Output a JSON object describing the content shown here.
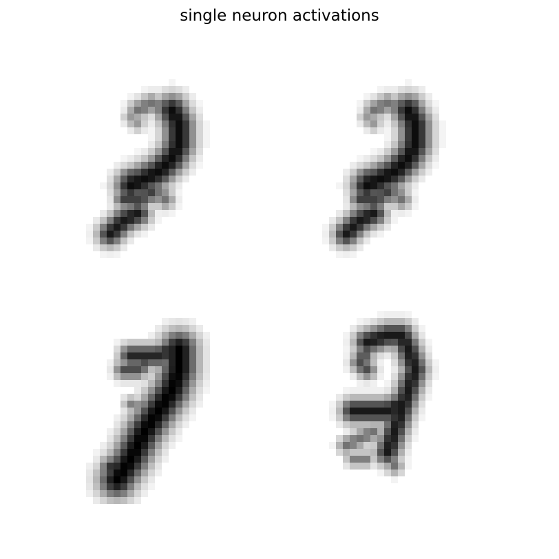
{
  "title": "single neuron activations",
  "chart_data": {
    "type": "heatmap",
    "title": "single neuron activations",
    "grid_size": [
      28,
      28
    ],
    "colormap": "gray_r",
    "value_range": [
      0,
      1
    ],
    "axes": "off",
    "layout": "2x2",
    "images": [
      {
        "strokes": [
          {
            "pts": [
              [
                7,
                6
              ],
              [
                9,
                5
              ],
              [
                11,
                6
              ],
              [
                12,
                8
              ]
            ],
            "w": 1.0,
            "v": 0.55
          },
          {
            "pts": [
              [
                6,
                7
              ],
              [
                7,
                8
              ]
            ],
            "w": 0.8,
            "v": 0.4
          },
          {
            "pts": [
              [
                12,
                6
              ],
              [
                13,
                8
              ],
              [
                13,
                11
              ],
              [
                12,
                13
              ],
              [
                10,
                15
              ],
              [
                8,
                16
              ],
              [
                6,
                17
              ]
            ],
            "w": 1.6,
            "v": 0.95
          },
          {
            "pts": [
              [
                6,
                16
              ],
              [
                8,
                16
              ],
              [
                10,
                15
              ]
            ],
            "w": 1.2,
            "v": 0.85
          },
          {
            "pts": [
              [
                5,
                19
              ],
              [
                7,
                19
              ],
              [
                9,
                18
              ]
            ],
            "w": 1.0,
            "v": 0.75
          },
          {
            "pts": [
              [
                10,
                15
              ],
              [
                10,
                18
              ],
              [
                11,
                19
              ]
            ],
            "w": 1.0,
            "v": 0.55
          },
          {
            "pts": [
              [
                7,
                21
              ],
              [
                5,
                22
              ],
              [
                3,
                24
              ]
            ],
            "w": 1.3,
            "v": 0.9
          }
        ]
      },
      {
        "strokes": [
          {
            "pts": [
              [
                7,
                6
              ],
              [
                9,
                5
              ],
              [
                11,
                6
              ],
              [
                12,
                8
              ]
            ],
            "w": 1.0,
            "v": 0.55
          },
          {
            "pts": [
              [
                6,
                7
              ],
              [
                7,
                8
              ]
            ],
            "w": 0.8,
            "v": 0.4
          },
          {
            "pts": [
              [
                12,
                6
              ],
              [
                13,
                8
              ],
              [
                13,
                11
              ],
              [
                12,
                13
              ],
              [
                10,
                15
              ],
              [
                8,
                16
              ],
              [
                6,
                17
              ]
            ],
            "w": 1.6,
            "v": 0.95
          },
          {
            "pts": [
              [
                6,
                16
              ],
              [
                8,
                16
              ],
              [
                10,
                15
              ]
            ],
            "w": 1.2,
            "v": 0.85
          },
          {
            "pts": [
              [
                5,
                19
              ],
              [
                7,
                19
              ],
              [
                9,
                18
              ]
            ],
            "w": 1.0,
            "v": 0.75
          },
          {
            "pts": [
              [
                10,
                15
              ],
              [
                10,
                18
              ],
              [
                11,
                19
              ]
            ],
            "w": 1.0,
            "v": 0.55
          },
          {
            "pts": [
              [
                7,
                21
              ],
              [
                5,
                22
              ],
              [
                3,
                24
              ]
            ],
            "w": 1.3,
            "v": 0.9
          }
        ]
      },
      {
        "strokes": [
          {
            "pts": [
              [
                6,
                6
              ],
              [
                8,
                6
              ],
              [
                10,
                6
              ],
              [
                12,
                5
              ],
              [
                13,
                6
              ]
            ],
            "w": 1.2,
            "v": 0.85
          },
          {
            "pts": [
              [
                5,
                8
              ],
              [
                7,
                8
              ],
              [
                8,
                7
              ]
            ],
            "w": 1.0,
            "v": 0.7
          },
          {
            "pts": [
              [
                13,
                5
              ],
              [
                13,
                8
              ],
              [
                12,
                11
              ],
              [
                10,
                14
              ],
              [
                8,
                17
              ],
              [
                6,
                21
              ],
              [
                4,
                24
              ]
            ],
            "w": 1.9,
            "v": 1.0
          },
          {
            "pts": [
              [
                3,
                22
              ],
              [
                4,
                25
              ]
            ],
            "w": 1.0,
            "v": 0.8
          },
          {
            "pts": [
              [
                6,
                13
              ],
              [
                8,
                14
              ]
            ],
            "w": 0.8,
            "v": 0.5
          }
        ]
      },
      {
        "strokes": [
          {
            "pts": [
              [
                6,
                4
              ],
              [
                9,
                3
              ],
              [
                11,
                3
              ],
              [
                12,
                5
              ],
              [
                13,
                8
              ],
              [
                12,
                11
              ],
              [
                11,
                14
              ],
              [
                10,
                17
              ],
              [
                9,
                20
              ]
            ],
            "w": 1.3,
            "v": 0.9
          },
          {
            "pts": [
              [
                6,
                5
              ],
              [
                5,
                7
              ],
              [
                6,
                8
              ]
            ],
            "w": 1.0,
            "v": 0.7
          },
          {
            "pts": [
              [
                4,
                14
              ],
              [
                7,
                14
              ],
              [
                9,
                14
              ],
              [
                11,
                13
              ]
            ],
            "w": 1.3,
            "v": 0.9
          },
          {
            "pts": [
              [
                3,
                19
              ],
              [
                5,
                18
              ],
              [
                7,
                17
              ]
            ],
            "w": 0.9,
            "v": 0.55
          },
          {
            "pts": [
              [
                4,
                21
              ],
              [
                6,
                21
              ]
            ],
            "w": 0.8,
            "v": 0.5
          },
          {
            "pts": [
              [
                9,
                16
              ],
              [
                9,
                20
              ],
              [
                10,
                22
              ]
            ],
            "w": 0.9,
            "v": 0.55
          }
        ]
      }
    ]
  }
}
